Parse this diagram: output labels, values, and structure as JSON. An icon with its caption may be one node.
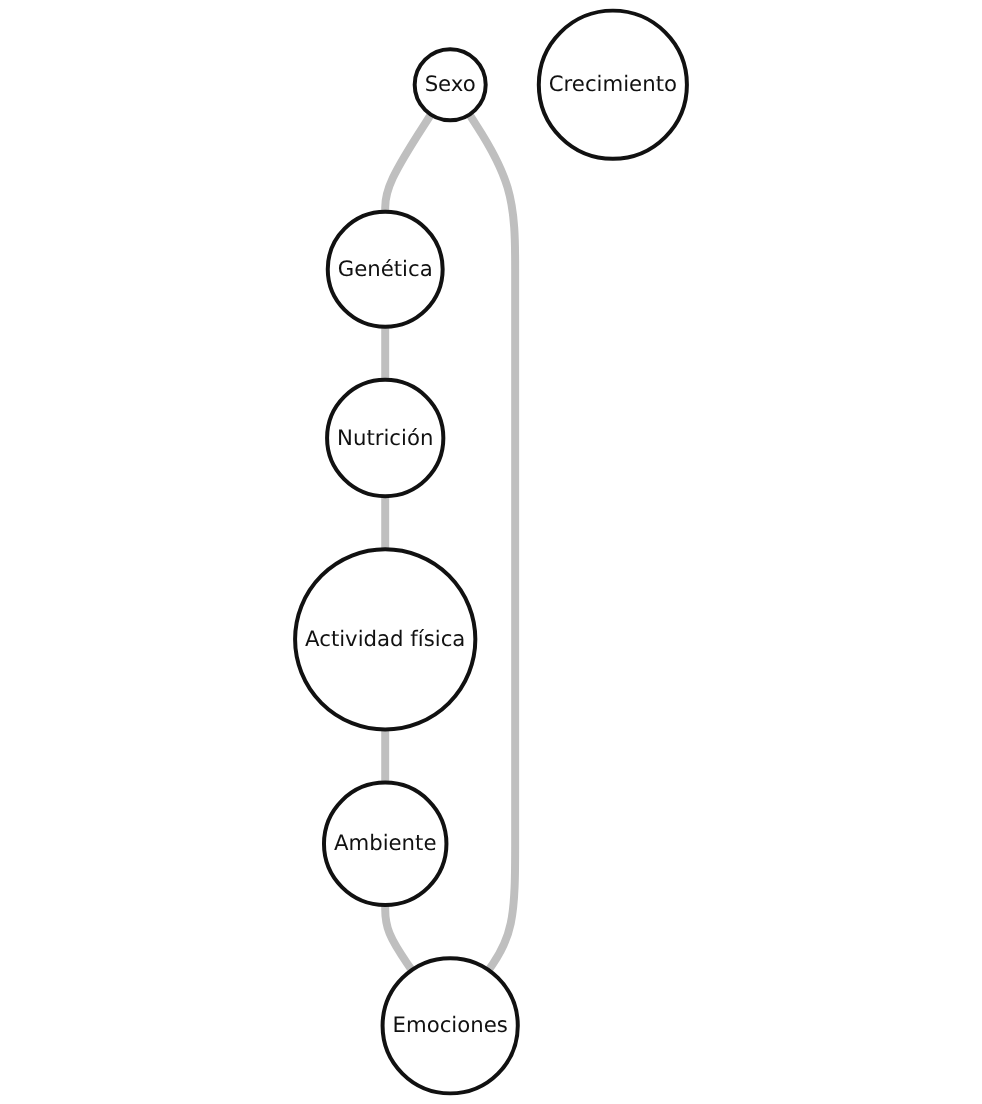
{
  "diagram": {
    "nodes": [
      {
        "text": [
          "Sexo"
        ]
      },
      {
        "text": [
          "Genética"
        ]
      },
      {
        "text": [
          "Nutrición"
        ]
      },
      {
        "text": [
          "Actividad física"
        ]
      },
      {
        "text": [
          "Ambiente"
        ]
      },
      {
        "text": [
          "Emociones"
        ]
      },
      {
        "text": [
          "Crecimiento"
        ]
      }
    ],
    "edges": [
      {
        "from": 0,
        "to": 1,
        "arrow": "none"
      },
      {
        "from": 1,
        "to": 2,
        "arrow": "none"
      },
      {
        "from": 2,
        "to": 3,
        "arrow": "none"
      },
      {
        "from": 3,
        "to": 4,
        "arrow": "none"
      },
      {
        "from": 4,
        "to": 5,
        "arrow": "none"
      },
      {
        "from": 5,
        "to": 0,
        "arrow": "none"
      }
    ]
  }
}
